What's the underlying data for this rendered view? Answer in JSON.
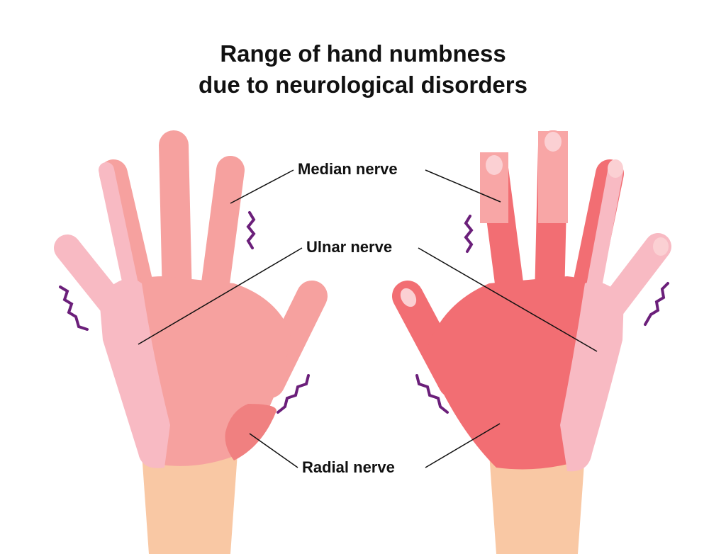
{
  "title": {
    "line1": "Range of hand numbness",
    "line2": "due to neurological disorders"
  },
  "labels": {
    "median": "Median nerve",
    "ulnar": "Ulnar nerve",
    "radial": "Radial nerve"
  },
  "colors": {
    "median": "#f6a19f",
    "ulnar": "#f8bac3",
    "radial": "#f08080",
    "strong": "#f26e73",
    "skin": "#f9c8a4",
    "tingle": "#6b1f7a"
  }
}
